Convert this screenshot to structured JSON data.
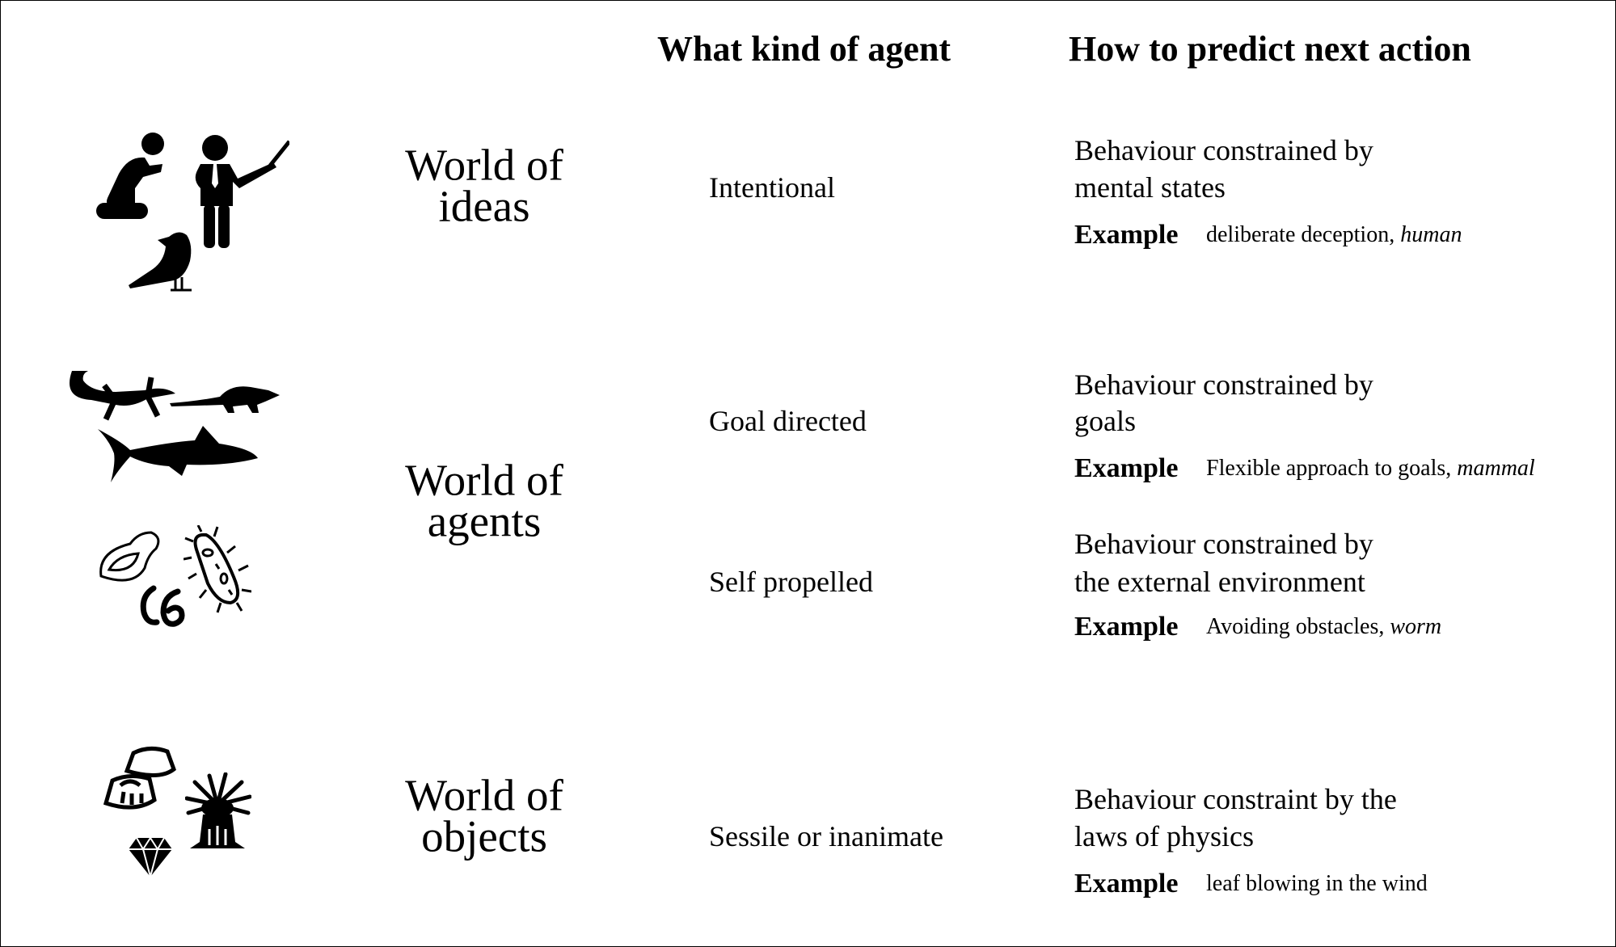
{
  "headers": {
    "kind": "What kind of agent",
    "predict": "How to predict next action"
  },
  "example_label": "Example",
  "worlds": [
    {
      "line1": "World of",
      "line2": "ideas"
    },
    {
      "line1": "World of",
      "line2": "agents"
    },
    {
      "line1": "World of",
      "line2": "objects"
    }
  ],
  "rows": [
    {
      "kind": "Intentional",
      "desc1": "Behaviour constrained by",
      "desc2": "mental states",
      "example": "deliberate deception, ",
      "example_italic": "human"
    },
    {
      "kind": "Goal directed",
      "desc1": "Behaviour constrained by",
      "desc2": "goals",
      "example": "Flexible approach to goals, ",
      "example_italic": "mammal"
    },
    {
      "kind": "Self propelled",
      "desc1": "Behaviour constrained by",
      "desc2": "the external environment",
      "example": "Avoiding obstacles, ",
      "example_italic": "worm"
    },
    {
      "kind": "Sessile or inanimate",
      "desc1": "Behaviour constraint by the",
      "desc2": "laws of physics",
      "example": "leaf blowing in the wind",
      "example_italic": ""
    }
  ]
}
